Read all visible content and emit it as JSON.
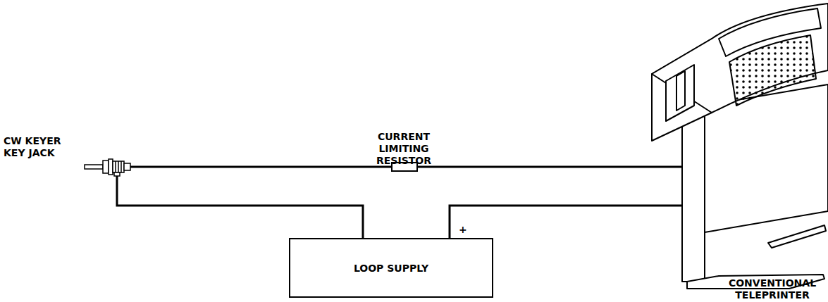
{
  "diagram": {
    "nodes": [
      {
        "text": [
          "LOOP SUPPLY"
        ]
      }
    ],
    "labels": [
      "CW KEYER KEY JACK",
      "CURRENT LIMITING RESISTOR",
      "+",
      "CONVENTIONAL TELEPRINTER"
    ]
  }
}
